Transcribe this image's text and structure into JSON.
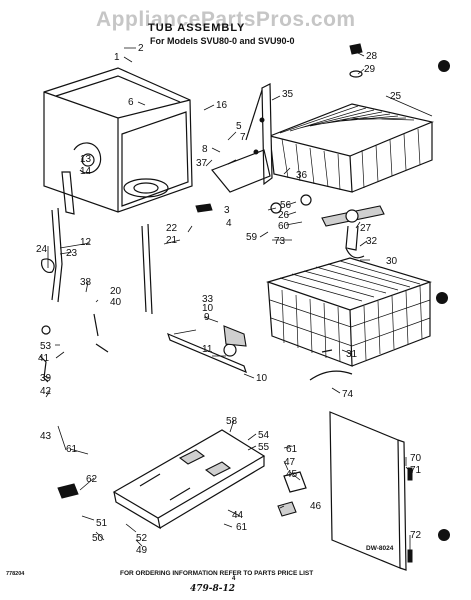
{
  "diagram": {
    "watermark": "AppliancePartsPros.com",
    "title": "TUB ASSEMBLY",
    "subtitle": "For Models SVU80-0 and SVU90-0",
    "footer": "FOR ORDERING INFORMATION REFER TO PARTS PRICE LIST",
    "drawing_number": "DW-8024",
    "print_code": "778204",
    "page_number": "4",
    "handwritten_note": "479-8-12",
    "part_labels": [
      "1",
      "2",
      "3",
      "4",
      "5",
      "6",
      "7",
      "8",
      "9",
      "10",
      "10",
      "11",
      "12",
      "13",
      "14",
      "16",
      "20",
      "21",
      "22",
      "23",
      "24",
      "25",
      "26",
      "27",
      "28",
      "29",
      "30",
      "31",
      "32",
      "33",
      "35",
      "36",
      "37",
      "38",
      "39",
      "40",
      "41",
      "42",
      "43",
      "44",
      "45",
      "46",
      "47",
      "49",
      "50",
      "51",
      "52",
      "53",
      "54",
      "55",
      "56",
      "58",
      "59",
      "60",
      "61",
      "61",
      "61",
      "62",
      "70",
      "71",
      "72",
      "73",
      "74"
    ]
  }
}
